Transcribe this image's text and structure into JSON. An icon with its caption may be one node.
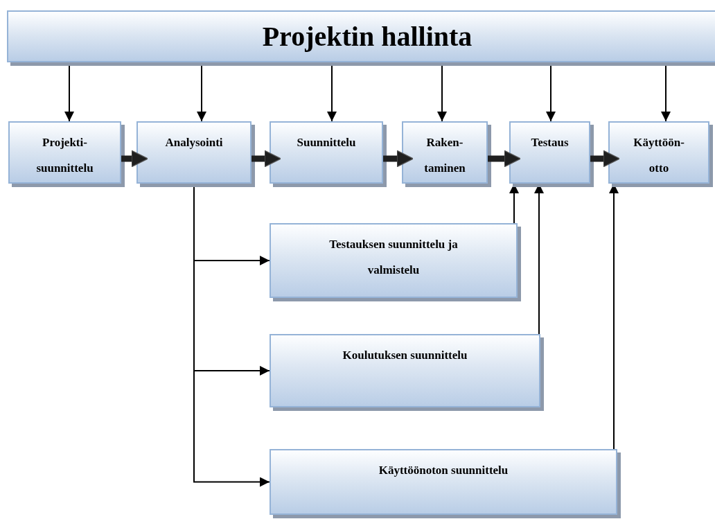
{
  "diagram": {
    "nodes": [
      {
        "text": [
          "Projektin hallinta"
        ]
      },
      {
        "text": [
          "Projekti- suunnittelu"
        ]
      },
      {
        "text": [
          "Analysointi"
        ]
      },
      {
        "text": [
          "Suunnittelu"
        ]
      },
      {
        "text": [
          "Raken- taminen"
        ]
      },
      {
        "text": [
          "Testaus"
        ]
      },
      {
        "text": [
          "Käyttöön- otto"
        ]
      },
      {
        "text": [
          "Testauksen suunnittelu ja valmistelu"
        ]
      },
      {
        "text": [
          "Koulutuksen suunnittelu"
        ]
      },
      {
        "text": [
          "Käyttöönoton suunnittelu"
        ]
      }
    ],
    "edges": [
      {
        "from": 0,
        "to": 1,
        "arrow": "to"
      },
      {
        "from": 0,
        "to": 2,
        "arrow": "to"
      },
      {
        "from": 0,
        "to": 3,
        "arrow": "to"
      },
      {
        "from": 0,
        "to": 4,
        "arrow": "to"
      },
      {
        "from": 0,
        "to": 5,
        "arrow": "to"
      },
      {
        "from": 0,
        "to": 6,
        "arrow": "to"
      },
      {
        "from": 1,
        "to": 2,
        "arrow": "to",
        "style": "thick"
      },
      {
        "from": 2,
        "to": 3,
        "arrow": "to",
        "style": "thick"
      },
      {
        "from": 3,
        "to": 4,
        "arrow": "to",
        "style": "thick"
      },
      {
        "from": 4,
        "to": 5,
        "arrow": "to",
        "style": "thick"
      },
      {
        "from": 5,
        "to": 6,
        "arrow": "to",
        "style": "thick"
      },
      {
        "from": 2,
        "to": 7,
        "arrow": "to"
      },
      {
        "from": 2,
        "to": 8,
        "arrow": "to"
      },
      {
        "from": 2,
        "to": 9,
        "arrow": "to"
      },
      {
        "from": 7,
        "to": 5,
        "arrow": "to"
      },
      {
        "from": 8,
        "to": 5,
        "arrow": "to"
      },
      {
        "from": 9,
        "to": 6,
        "arrow": "to"
      }
    ]
  }
}
